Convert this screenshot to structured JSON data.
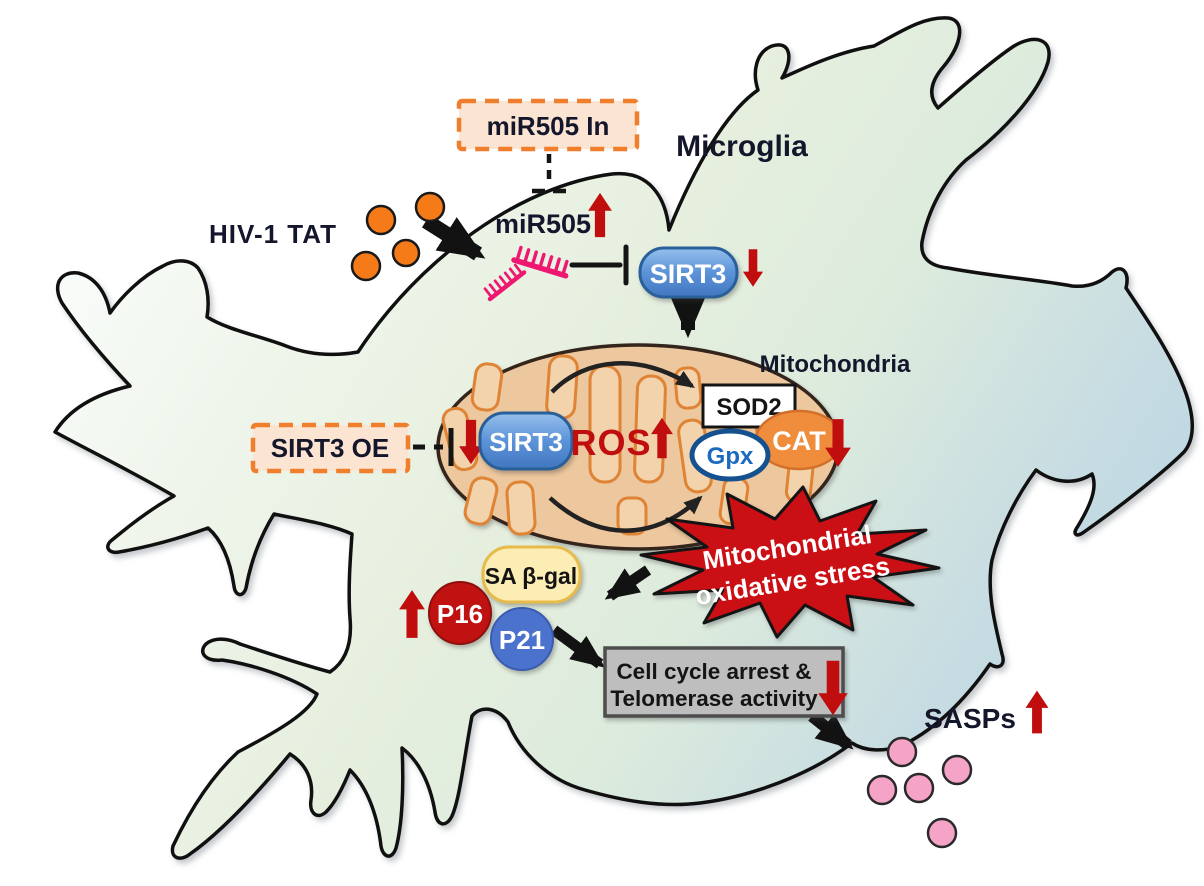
{
  "diagram": {
    "cell_label": "Microglia",
    "mitochondria_label": "Mitochondria",
    "hiv_tat_label": "HIV-1 TAT",
    "mir505_inhibitor_label": "miR505 In",
    "mir505_label": "miR505",
    "sirt3_label": "SIRT3",
    "sirt3_oe_label": "SIRT3 OE",
    "ros_label": "ROS",
    "sod2_label": "SOD2",
    "gpx_label": "Gpx",
    "cat_label": "CAT",
    "stress_line1": "Mitochondrial",
    "stress_line2": "oxidative stress",
    "sa_bgal_label": "SA β-gal",
    "p16_label": "P16",
    "p21_label": "P21",
    "outcome_line1": "Cell cycle arrest &",
    "outcome_line2": "Telomerase activity",
    "sasps_label": "SASPs",
    "regulation": {
      "mir505": "up",
      "sirt3": "down",
      "ros": "up",
      "cat": "down",
      "p16": "up",
      "telomerase_activity": "down",
      "sasps": "up"
    }
  },
  "colors": {
    "dashed_box_border": "#ef7f2c",
    "dashed_box_fill": "#fbe4d2",
    "blue_node": "#5b92d8",
    "red_arrow": "#c00d0d",
    "starburst_red": "#cb1015",
    "mitochondria_fill": "#edc79d",
    "cristae_orange": "#df8335",
    "sa_bgal_fill": "#fcedb4",
    "p16_red": "#c01210",
    "p21_blue": "#4b72cc",
    "outcome_box_gray": "#bebebe",
    "sasp_dot_pink": "#f5a3c7",
    "tat_dot_orange": "#f57a18",
    "mirna_pink": "#ee1870",
    "cell_green": "#e6efde",
    "cell_blue": "#b3d1e4"
  }
}
